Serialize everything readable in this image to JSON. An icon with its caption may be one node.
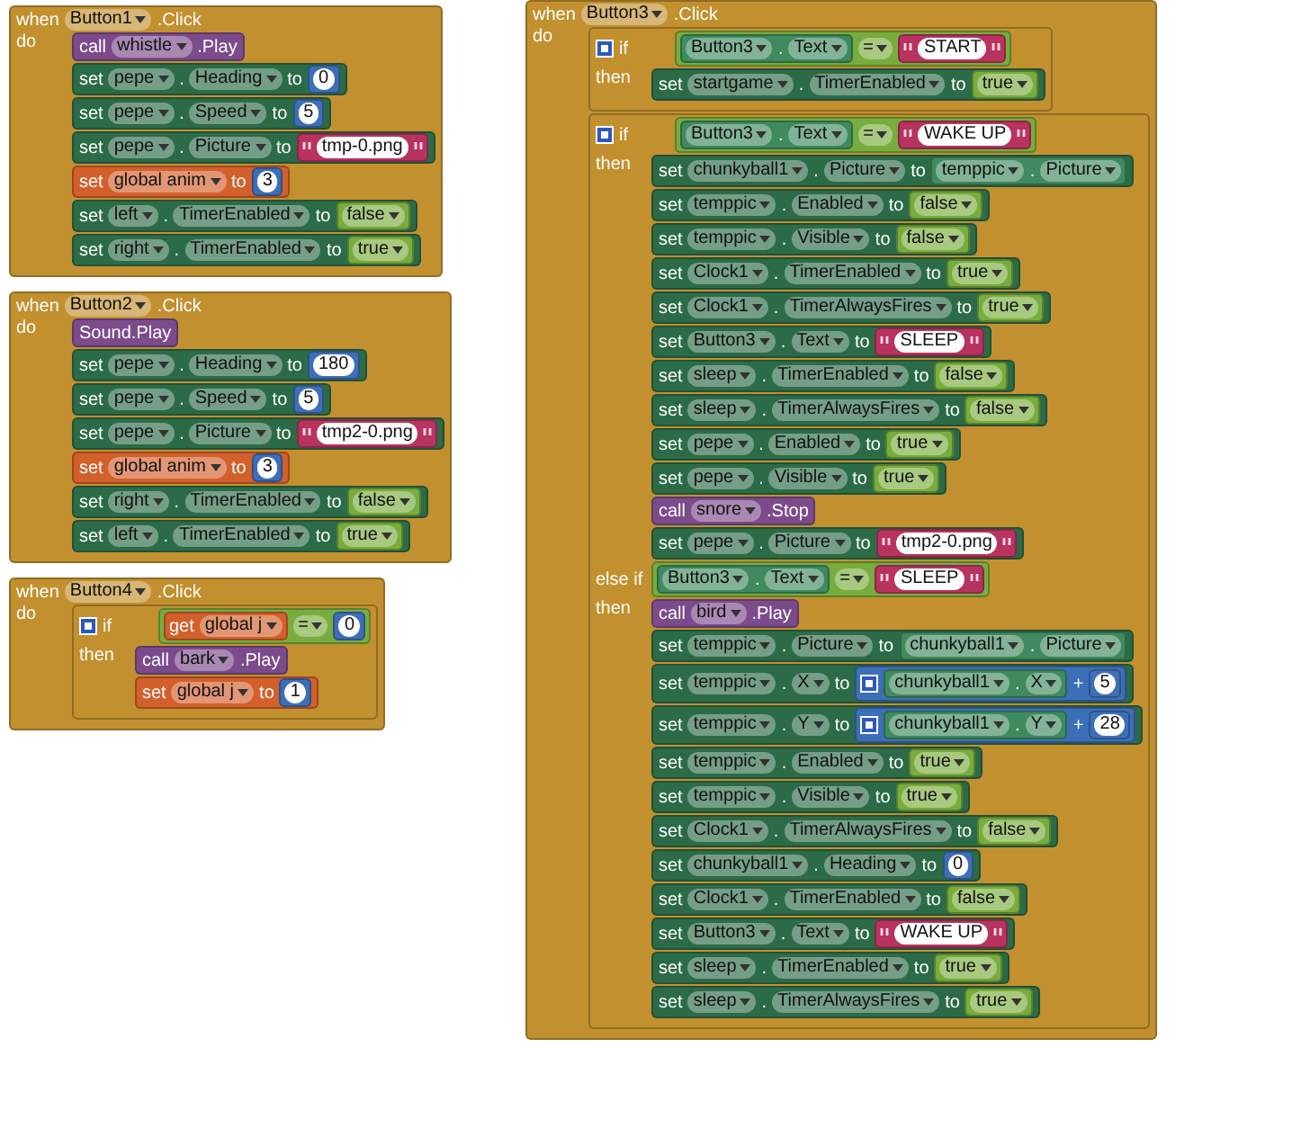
{
  "diagram": {
    "nodes": [
      {
        "text": [
          "when",
          "Button1",
          ".Click",
          "do"
        ]
      },
      {
        "text": [
          "call",
          "whistle",
          ".Play"
        ],
        "in": 0
      },
      {
        "text": [
          "set",
          "pepe",
          ".",
          "Heading",
          "to"
        ],
        "in": 0
      },
      {
        "text": [
          "0"
        ],
        "in": 2
      },
      {
        "text": [
          "set",
          "pepe",
          ".",
          "Speed",
          "to"
        ],
        "in": 0
      },
      {
        "text": [
          "5"
        ],
        "in": 4
      },
      {
        "text": [
          "set",
          "pepe",
          ".",
          "Picture",
          "to"
        ],
        "in": 0
      },
      {
        "text": [
          "tmp-0.png"
        ],
        "in": 6
      },
      {
        "text": [
          "set",
          "global anim",
          "to"
        ],
        "in": 0
      },
      {
        "text": [
          "3"
        ],
        "in": 8
      },
      {
        "text": [
          "set",
          "left",
          ".",
          "TimerEnabled",
          "to"
        ],
        "in": 0
      },
      {
        "text": [
          "false"
        ],
        "in": 10
      },
      {
        "text": [
          "set",
          "right",
          ".",
          "TimerEnabled",
          "to"
        ],
        "in": 0
      },
      {
        "text": [
          "true"
        ],
        "in": 12
      },
      {
        "text": [
          "when",
          "Button2",
          ".Click",
          "do"
        ]
      },
      {
        "text": [
          "Sound.Play"
        ],
        "in": 14
      },
      {
        "text": [
          "set",
          "pepe",
          ".",
          "Heading",
          "to"
        ],
        "in": 14
      },
      {
        "text": [
          "180"
        ],
        "in": 16
      },
      {
        "text": [
          "set",
          "pepe",
          ".",
          "Speed",
          "to"
        ],
        "in": 14
      },
      {
        "text": [
          "5"
        ],
        "in": 18
      },
      {
        "text": [
          "set",
          "pepe",
          ".",
          "Picture",
          "to"
        ],
        "in": 14
      },
      {
        "text": [
          "tmp2-0.png"
        ],
        "in": 20
      },
      {
        "text": [
          "set",
          "global anim",
          "to"
        ],
        "in": 14
      },
      {
        "text": [
          "3"
        ],
        "in": 22
      },
      {
        "text": [
          "set",
          "right",
          ".",
          "TimerEnabled",
          "to"
        ],
        "in": 14
      },
      {
        "text": [
          "false"
        ],
        "in": 24
      },
      {
        "text": [
          "set",
          "left",
          ".",
          "TimerEnabled",
          "to"
        ],
        "in": 14
      },
      {
        "text": [
          "true"
        ],
        "in": 26
      },
      {
        "text": [
          "when",
          "Button4",
          ".Click",
          "do"
        ]
      },
      {
        "text": [
          "if",
          "then"
        ],
        "in": 28
      },
      {
        "text": [
          "="
        ],
        "in": 29
      },
      {
        "text": [
          "get",
          "global j"
        ],
        "in": 30
      },
      {
        "text": [
          "0"
        ],
        "in": 30
      },
      {
        "text": [
          "call",
          "bark",
          ".Play"
        ],
        "in": 29
      },
      {
        "text": [
          "set",
          "global j",
          "to"
        ],
        "in": 29
      },
      {
        "text": [
          "1"
        ],
        "in": 34
      },
      {
        "text": [
          "when",
          "Button3",
          ".Click",
          "do"
        ]
      },
      {
        "text": [
          "if",
          "then"
        ],
        "in": 36
      },
      {
        "text": [
          "="
        ],
        "in": 37
      },
      {
        "text": [
          "Button3",
          ".",
          "Text"
        ],
        "in": 38
      },
      {
        "text": [
          "START"
        ],
        "in": 38
      },
      {
        "text": [
          "set",
          "startgame",
          ".",
          "TimerEnabled",
          "to"
        ],
        "in": 37
      },
      {
        "text": [
          "true"
        ],
        "in": 41
      },
      {
        "text": [
          "if",
          "then",
          "else if",
          "then"
        ],
        "in": 36
      },
      {
        "text": [
          "="
        ],
        "in": 43
      },
      {
        "text": [
          "Button3",
          ".",
          "Text"
        ],
        "in": 44
      },
      {
        "text": [
          "WAKE UP"
        ],
        "in": 44
      },
      {
        "text": [
          "set",
          "chunkyball1",
          ".",
          "Picture",
          "to"
        ],
        "in": 43
      },
      {
        "text": [
          "temppic",
          ".",
          "Picture"
        ],
        "in": 47
      },
      {
        "text": [
          "set",
          "temppic",
          ".",
          "Enabled",
          "to"
        ],
        "in": 43
      },
      {
        "text": [
          "false"
        ],
        "in": 49
      },
      {
        "text": [
          "set",
          "temppic",
          ".",
          "Visible",
          "to"
        ],
        "in": 43
      },
      {
        "text": [
          "false"
        ],
        "in": 51
      },
      {
        "text": [
          "set",
          "Clock1",
          ".",
          "TimerEnabled",
          "to"
        ],
        "in": 43
      },
      {
        "text": [
          "true"
        ],
        "in": 53
      },
      {
        "text": [
          "set",
          "Clock1",
          ".",
          "TimerAlwaysFires",
          "to"
        ],
        "in": 43
      },
      {
        "text": [
          "true"
        ],
        "in": 55
      },
      {
        "text": [
          "set",
          "Button3",
          ".",
          "Text",
          "to"
        ],
        "in": 43
      },
      {
        "text": [
          "SLEEP"
        ],
        "in": 57
      },
      {
        "text": [
          "set",
          "sleep",
          ".",
          "TimerEnabled",
          "to"
        ],
        "in": 43
      },
      {
        "text": [
          "false"
        ],
        "in": 59
      },
      {
        "text": [
          "set",
          "sleep",
          ".",
          "TimerAlwaysFires",
          "to"
        ],
        "in": 43
      },
      {
        "text": [
          "false"
        ],
        "in": 61
      },
      {
        "text": [
          "set",
          "pepe",
          ".",
          "Enabled",
          "to"
        ],
        "in": 43
      },
      {
        "text": [
          "true"
        ],
        "in": 63
      },
      {
        "text": [
          "set",
          "pepe",
          ".",
          "Visible",
          "to"
        ],
        "in": 43
      },
      {
        "text": [
          "true"
        ],
        "in": 65
      },
      {
        "text": [
          "call",
          "snore",
          ".Stop"
        ],
        "in": 43
      },
      {
        "text": [
          "set",
          "pepe",
          ".",
          "Picture",
          "to"
        ],
        "in": 43
      },
      {
        "text": [
          "tmp2-0.png"
        ],
        "in": 68
      },
      {
        "text": [
          "="
        ],
        "in": 43
      },
      {
        "text": [
          "Button3",
          ".",
          "Text"
        ],
        "in": 70
      },
      {
        "text": [
          "SLEEP"
        ],
        "in": 70
      },
      {
        "text": [
          "call",
          "bird",
          ".Play"
        ],
        "in": 43
      },
      {
        "text": [
          "set",
          "temppic",
          ".",
          "Picture",
          "to"
        ],
        "in": 43
      },
      {
        "text": [
          "chunkyball1",
          ".",
          "Picture"
        ],
        "in": 74
      },
      {
        "text": [
          "set",
          "temppic",
          ".",
          "X",
          "to"
        ],
        "in": 43
      },
      {
        "text": [
          "+"
        ],
        "in": 76
      },
      {
        "text": [
          "chunkyball1",
          ".",
          "X"
        ],
        "in": 77
      },
      {
        "text": [
          "5"
        ],
        "in": 77
      },
      {
        "text": [
          "set",
          "temppic",
          ".",
          "Y",
          "to"
        ],
        "in": 43
      },
      {
        "text": [
          "+"
        ],
        "in": 80
      },
      {
        "text": [
          "chunkyball1",
          ".",
          "Y"
        ],
        "in": 81
      },
      {
        "text": [
          "28"
        ],
        "in": 81
      },
      {
        "text": [
          "set",
          "temppic",
          ".",
          "Enabled",
          "to"
        ],
        "in": 43
      },
      {
        "text": [
          "true"
        ],
        "in": 84
      },
      {
        "text": [
          "set",
          "temppic",
          ".",
          "Visible",
          "to"
        ],
        "in": 43
      },
      {
        "text": [
          "true"
        ],
        "in": 86
      },
      {
        "text": [
          "set",
          "Clock1",
          ".",
          "TimerAlwaysFires",
          "to"
        ],
        "in": 43
      },
      {
        "text": [
          "false"
        ],
        "in": 88
      },
      {
        "text": [
          "set",
          "chunkyball1",
          ".",
          "Heading",
          "to"
        ],
        "in": 43
      },
      {
        "text": [
          "0"
        ],
        "in": 90
      },
      {
        "text": [
          "set",
          "Clock1",
          ".",
          "TimerEnabled",
          "to"
        ],
        "in": 43
      },
      {
        "text": [
          "false"
        ],
        "in": 92
      },
      {
        "text": [
          "set",
          "Button3",
          ".",
          "Text",
          "to"
        ],
        "in": 43
      },
      {
        "text": [
          "WAKE UP"
        ],
        "in": 94
      },
      {
        "text": [
          "set",
          "sleep",
          ".",
          "TimerEnabled",
          "to"
        ],
        "in": 43
      },
      {
        "text": [
          "true"
        ],
        "in": 96
      },
      {
        "text": [
          "set",
          "sleep",
          ".",
          "TimerAlwaysFires",
          "to"
        ],
        "in": 43
      },
      {
        "text": [
          "true"
        ],
        "in": 98
      }
    ]
  }
}
